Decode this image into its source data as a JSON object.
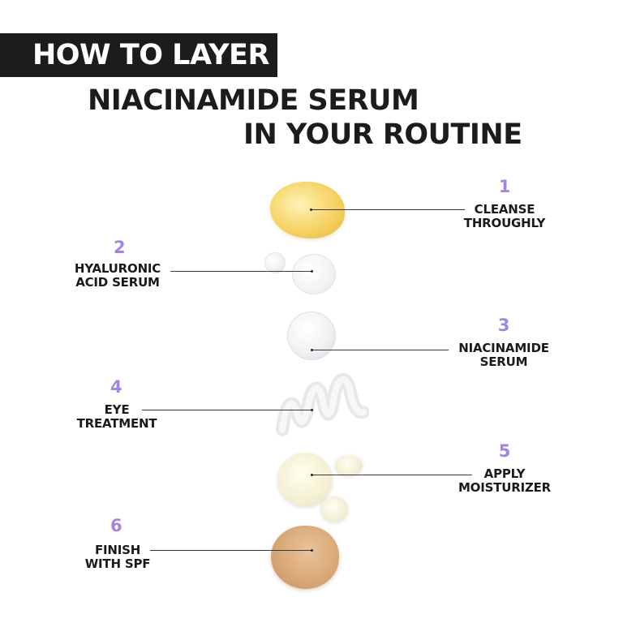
{
  "header": {
    "banner": "HOW TO LAYER",
    "title_line1": "NIACINAMIDE SERUM",
    "title_line2": "IN YOUR ROUTINE"
  },
  "accent_color": "#a385e0",
  "steps": [
    {
      "number": "1",
      "line1": "CLEANSE",
      "line2": "THROUGHLY",
      "side": "right",
      "product": "yellow-cleanser-swirl"
    },
    {
      "number": "2",
      "line1": "HYALURONIC",
      "line2": "ACID SERUM",
      "side": "left",
      "product": "clear-serum-drops"
    },
    {
      "number": "3",
      "line1": "NIACINAMIDE",
      "line2": "SERUM",
      "side": "right",
      "product": "clear-serum-drop"
    },
    {
      "number": "4",
      "line1": "EYE",
      "line2": "TREATMENT",
      "side": "left",
      "product": "gel-squiggle"
    },
    {
      "number": "5",
      "line1": "APPLY",
      "line2": "MOISTURIZER",
      "side": "right",
      "product": "cream-dollops"
    },
    {
      "number": "6",
      "line1": "FINISH",
      "line2": "WITH SPF",
      "side": "left",
      "product": "tinted-spf-swatch"
    }
  ]
}
